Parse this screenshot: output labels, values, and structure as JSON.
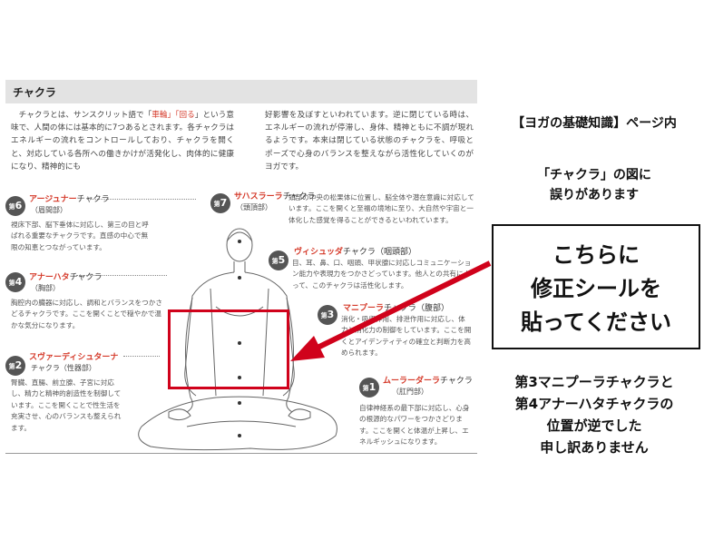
{
  "document": {
    "heading": "チャクラ",
    "intro_left_1": "チャクラとは、サンスクリット語で「",
    "intro_left_red": "車輪」「回る",
    "intro_left_2": "」という意味で、人間の体には基本的に7つあるとされます。各チャクラはエネルギーの流れをコントロールしており、チャクラを開くと、対応している各所への働きかけが活発化し、肉体的に健康になり、精神的にも",
    "intro_right": "好影響を及ぼすといわれています。逆に閉じている時は、エネルギーの流れが停滞し、身体、精神ともに不調が現れるようです。本来は閉じている状態のチャクラを、呼吸とポーズで心身のバランスを整えながら活性化していくのがヨガです。",
    "chakras": [
      {
        "num": "6",
        "name": "アージュナー",
        "suffix": "チャクラ",
        "part": "（眉間部）",
        "desc": "視床下部、脳下垂体に対応し、第三の目と呼ばれる重要なチャクラです。直感の中心で無限の知恵とつながっています。"
      },
      {
        "num": "7",
        "name": "サハスラーラ",
        "suffix": "チャクラ",
        "part": "（頭頂部）",
        "desc": "頭部の中央の松果体に位置し、脳全体や潜在意識に対応しています。ここを開くと至福の境地に至り、大自然や宇宙と一体化した感覚を得ることができるといわれています。"
      },
      {
        "num": "5",
        "name": "ヴィシュッダ",
        "suffix": "チャクラ",
        "part": "（咽頭部）",
        "desc": "目、耳、鼻、口、咽頭、甲状腺に対応しコミュニケーション能力や表現力をつかさどっています。他人との共有によって、このチャクラは活性化します。"
      },
      {
        "num": "4",
        "name": "アナーハタ",
        "suffix": "チャクラ",
        "part": "（胸部）",
        "desc": "胸腔内の臓器に対応し、調和とバランスをつかさどるチャクラです。ここを開くことで穏やかで温かな気分になります。"
      },
      {
        "num": "3",
        "name": "マニプーラ",
        "suffix": "チャクラ",
        "part": "（腹部）",
        "desc": "消化・吸収作用、排泄作用に対応し、体力と消化力の制御をしています。ここを開くとアイデンティティの確立と判断力を高められます。"
      },
      {
        "num": "2",
        "name": "スヴァーディシュターナ",
        "suffix": "チャクラ",
        "part": "（性器部）",
        "desc": "腎臓、直腸、前立腺、子宮に対応し、精力と精神的創造性を制御しています。ここを開くことで性生活を充実させ、心のバランスも整えられます。"
      },
      {
        "num": "1",
        "name": "ムーラーダーラ",
        "suffix": "チャクラ",
        "part": "（肛門部）",
        "desc": "自律神経系の最下部に対応し、心身の根源的なパワーをつかさどります。ここを開くと体温が上昇し、エネルギッシュになります。"
      }
    ],
    "num_prefix": "第"
  },
  "notice": {
    "title": "【ヨガの基礎知識】ページ内",
    "sub_line1": "「チャクラ」の図に",
    "sub_line2": "誤りがあります",
    "seal_line1": "こちらに",
    "seal_line2": "修正シールを",
    "seal_line3": "貼ってください",
    "apology_line1": "第3マニプーラチャクラと",
    "apology_line2": "第4アナーハタチャクラの",
    "apology_line3": "位置が逆でした",
    "apology_line4": "申し訳ありません"
  },
  "colors": {
    "accent_red": "#d53a2a",
    "box_red": "#d0021b",
    "heading_bg": "#e3e3e3"
  }
}
